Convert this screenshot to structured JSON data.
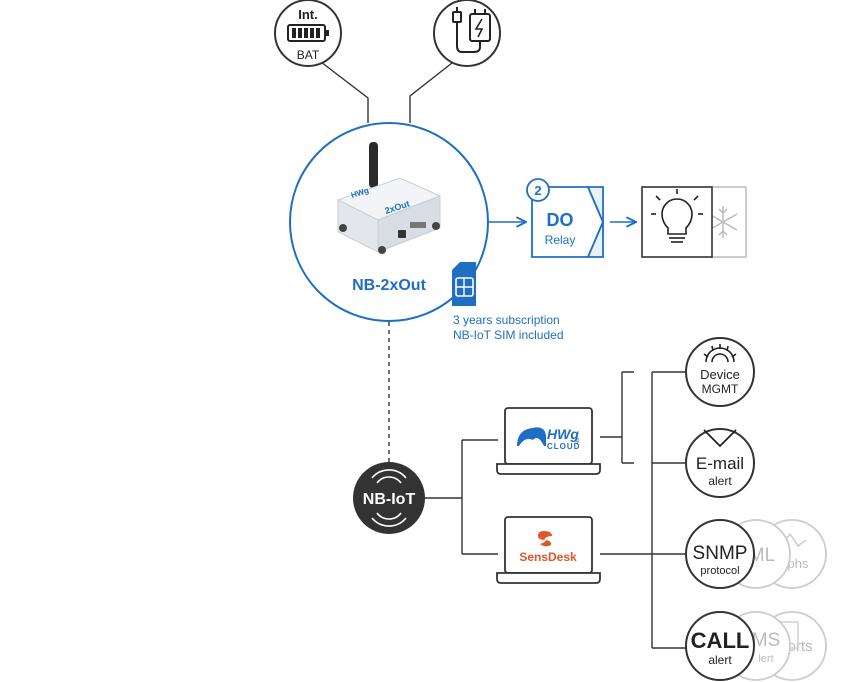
{
  "colors": {
    "accent": "#1e6fc4",
    "line": "#333333",
    "dark": "#2e2e2e",
    "faded": "#bbbbbb"
  },
  "battery": {
    "top_label": "Int.",
    "bottom_label": "BAT",
    "icon": "battery-icon"
  },
  "power": {
    "icon": "power-adapter-icon"
  },
  "device": {
    "name": "NB-2xOut",
    "box_brand": "HWg",
    "box_model": "2xOut"
  },
  "sim": {
    "line1": "3 years subscription",
    "line2": "NB-IoT SIM included",
    "icon": "sim-card-icon"
  },
  "output": {
    "number": "2",
    "label": "DO",
    "sublabel": "Relay"
  },
  "load": {
    "icon": "light-bulb-icon",
    "alt_icon": "snowflake-icon"
  },
  "network": {
    "label": "NB-IoT",
    "icon": "wireless-icon"
  },
  "laptops": [
    {
      "brand": "HWg",
      "brand_sub": "g",
      "caption": "CLOUD"
    },
    {
      "brand": "SensDesk"
    }
  ],
  "services": [
    {
      "line1": "Device",
      "line2": "MGMT",
      "icon": "gear-icon"
    },
    {
      "line1": "E-mail",
      "line2": "alert",
      "icon": "envelope-icon"
    },
    {
      "line1": "SNMP",
      "line2": "protocol",
      "ghost1": "ML",
      "ghost2": "phs"
    },
    {
      "line1": "CALL",
      "line2": "alert",
      "ghost1": "MS",
      "ghost1b": "lert",
      "ghost2": "orts"
    }
  ]
}
